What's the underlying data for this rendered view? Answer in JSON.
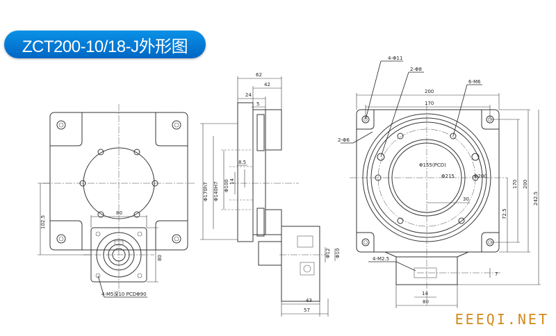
{
  "title": "ZCT200-10/18-J外形图",
  "brand": "EEEQI.NET",
  "front_view": {
    "dim_102_5": "102.5",
    "dim_80_top": "80",
    "dim_80_side": "80",
    "note_bolts": "4-M5深10 PCDΦ90"
  },
  "side_view": {
    "dim_62": "62",
    "dim_42": "42",
    "dim_24": "24",
    "dim_5": "5",
    "dim_d170h7": "Φ170h7",
    "dim_d140h7": "Φ140H7",
    "dim_d100": "Φ100",
    "dim_14": "14",
    "dim_8_5": "8.5",
    "dim_d12": "Φ12",
    "dim_d10": "Φ10",
    "dim_43": "43",
    "dim_57": "57"
  },
  "top_view": {
    "hole_4_d11": "4-Φ11",
    "hole_2_d8": "2-Φ8",
    "hole_6_m6": "6-M6",
    "hole_2_d6": "2-Φ6",
    "dim_200_w": "200",
    "dim_170_w": "170",
    "pcd_155": "Φ155(PCD)",
    "dia_200": "Φ200",
    "dia_215": "Φ215",
    "dim_30": "30",
    "dim_170_h": "170",
    "dim_200_h": "200",
    "dim_242_5": "242.5",
    "dim_72_5": "72.5",
    "note_m2_5": "4-M2.5",
    "dim_7": "7",
    "dim_14_b": "14",
    "dim_80_b": "80"
  }
}
